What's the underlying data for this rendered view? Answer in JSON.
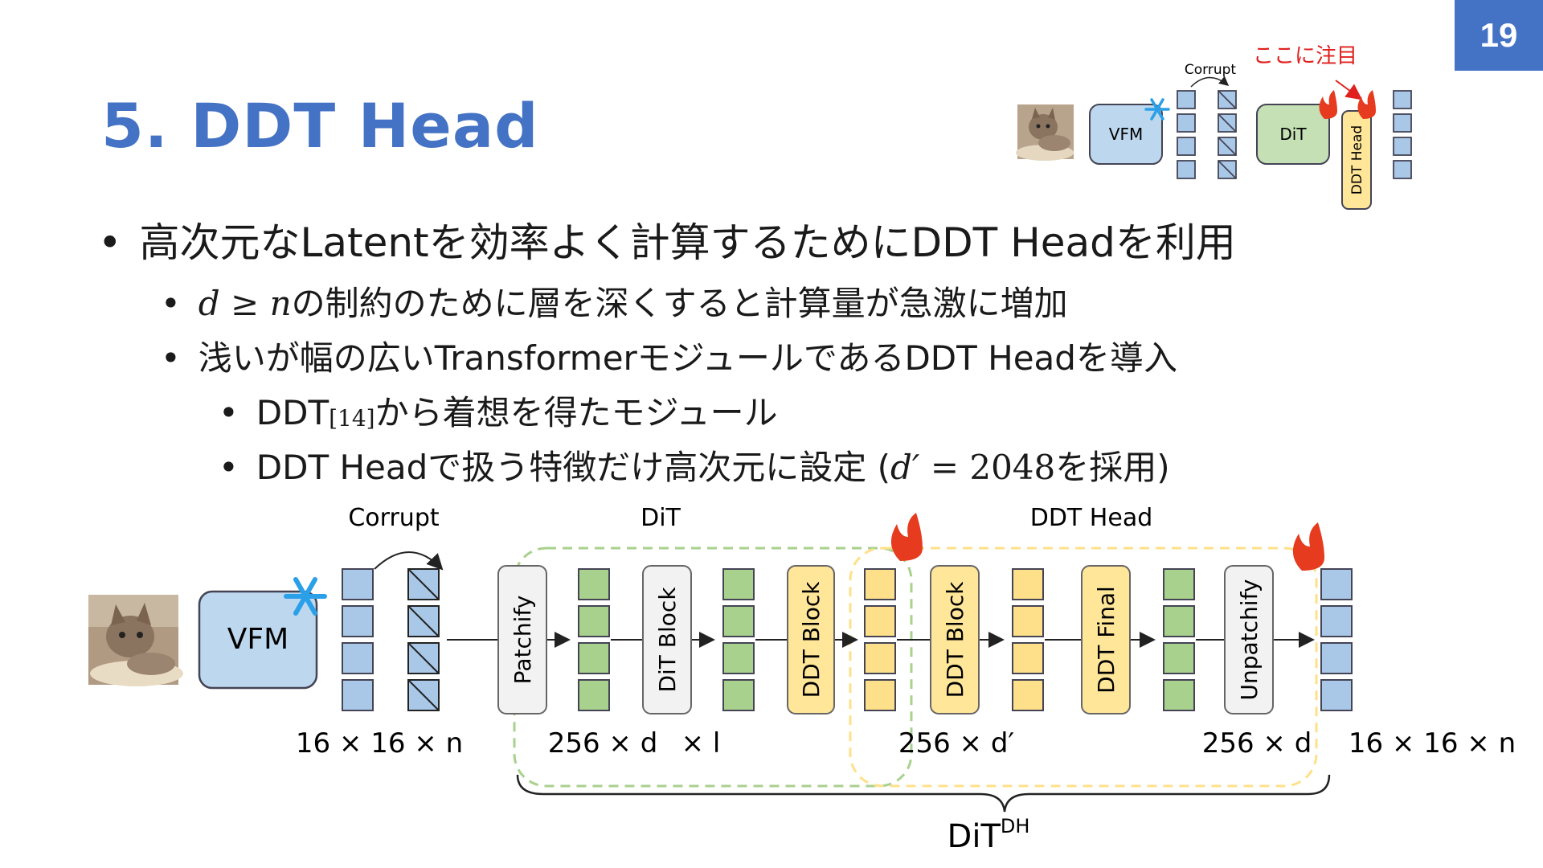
{
  "slide": {
    "page_number": "19",
    "title": "5. DDT Head"
  },
  "bullets": {
    "b1": "高次元なLatentを効率よく計算するためにDDT Headを利用",
    "b2a_math_d": "d",
    "b2a_math_geq": "≥",
    "b2a_math_n": "n",
    "b2a_text": "の制約のために層を深くすると計算量が急激に増加",
    "b2b": "浅いが幅の広いTransformerモジュールであるDDT Headを導入",
    "b3a_pre": "DDT",
    "b3a_ref": "[14]",
    "b3a_post": "から着想を得たモジュール",
    "b3b_pre": "DDT Headで扱う特徴だけ高次元に設定 (",
    "b3b_math_d": "d′",
    "b3b_math_eq": "= 2048",
    "b3b_post": "を採用)"
  },
  "mini_diagram": {
    "corrupt": "Corrupt",
    "attention": "ここに注目",
    "vfm": "VFM",
    "dit": "DiT",
    "ddt_head": "DDT Head"
  },
  "diagram": {
    "corrupt": "Corrupt",
    "dit_group": "DiT",
    "ddt_head_group": "DDT Head",
    "vfm": "VFM",
    "patchify": "Patchify",
    "dit_block": "DiT Block",
    "ddt_block1": "DDT Block",
    "ddt_block2": "DDT Block",
    "ddt_final": "DDT Final",
    "unpatchify": "Unpatchify",
    "dim_input": "16 × 16 × n",
    "dim_dit": "256 × d",
    "dim_layers": "× l",
    "dim_ddt": "256 × d′",
    "dim_out_d": "256 × d",
    "dim_output": "16 × 16 × n",
    "brace_label": "DiT",
    "brace_sup": "DH"
  },
  "colors": {
    "accent": "#4472c4",
    "blue_token": "#a9c8e8",
    "green_token": "#a9d18e",
    "yellow_token": "#ffe08a",
    "vfm_fill": "#bdd7ee",
    "dit_fill": "#c5e0b4",
    "ddt_fill": "#ffe699",
    "annotation_red": "#e0201e"
  },
  "icons": [
    "snowflake-icon",
    "flame-icon",
    "cat-photo"
  ]
}
